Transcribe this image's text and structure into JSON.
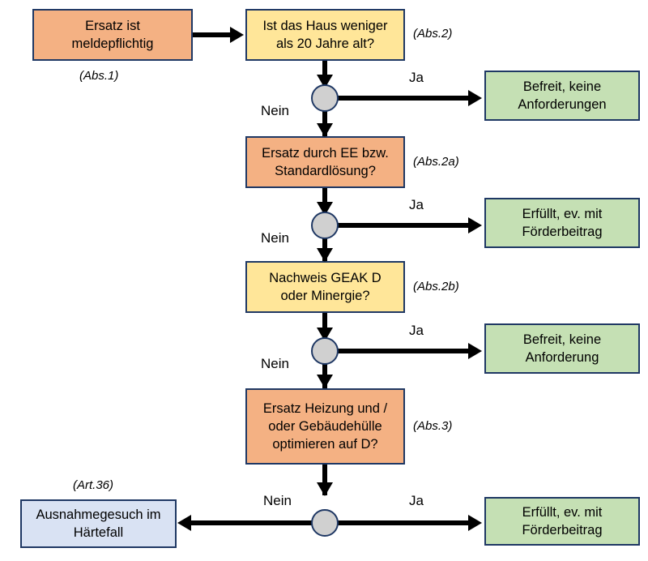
{
  "diagram": {
    "title": "Ersatz Heizung Entscheidungsbaum",
    "colors": {
      "orange": "#f4b183",
      "yellow": "#ffe699",
      "green": "#c5e0b4",
      "blue": "#d9e2f3",
      "border": "#1f3864",
      "junction": "#d0d0d0",
      "connector": "#000000"
    },
    "nodes": {
      "start": {
        "label": "Ersatz ist\nmeldepflichtig",
        "ref": "(Abs.1)"
      },
      "q1": {
        "label": "Ist das Haus weniger\nals 20 Jahre alt?",
        "ref": "(Abs.2)"
      },
      "q2": {
        "label": "Ersatz durch EE bzw.\nStandardlösung?",
        "ref": "(Abs.2a)"
      },
      "q3": {
        "label": "Nachweis GEAK D\noder Minergie?",
        "ref": "(Abs.2b)"
      },
      "q4": {
        "label": "Ersatz Heizung und /\noder Gebäudehülle\noptimieren auf D?",
        "ref": "(Abs.3)"
      },
      "out1": {
        "label": "Befreit, keine\nAnforderungen"
      },
      "out2": {
        "label": "Erfüllt, ev. mit\nFörderbeitrag"
      },
      "out3": {
        "label": "Befreit, keine\nAnforderung"
      },
      "out4": {
        "label": "Erfüllt, ev. mit\nFörderbeitrag"
      },
      "out5": {
        "label": "Ausnahmegesuch im\nHärtefall",
        "ref": "(Art.36)"
      }
    },
    "edges": {
      "yes1": "Ja",
      "no1": "Nein",
      "yes2": "Ja",
      "no2": "Nein",
      "yes3": "Ja",
      "no3": "Nein",
      "yes4": "Ja",
      "no4": "Nein"
    }
  }
}
